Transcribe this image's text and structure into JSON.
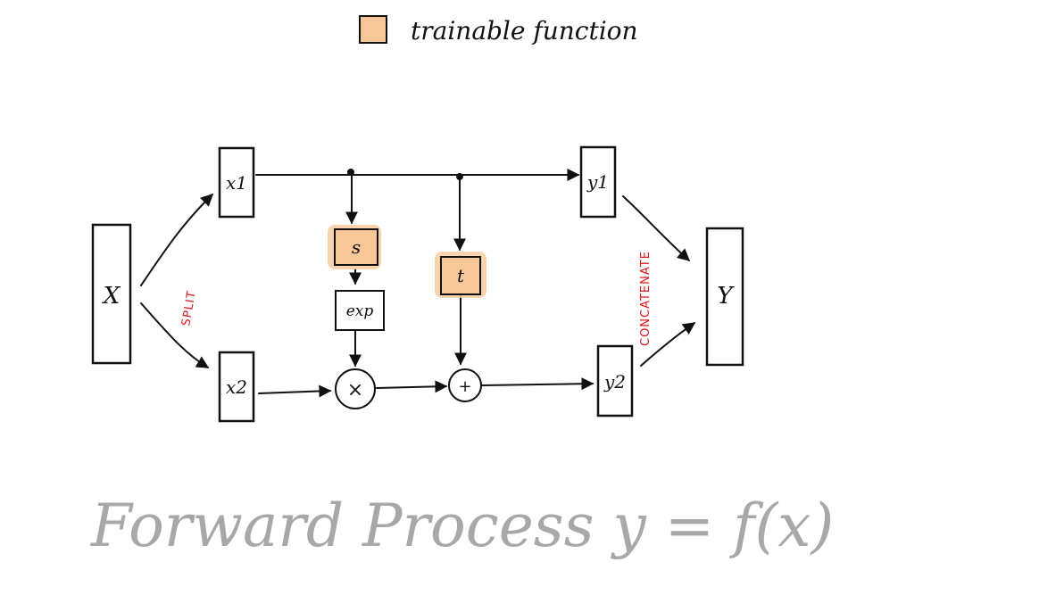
{
  "legend": {
    "label": "trainable function",
    "swatch_color": "#f7c79a"
  },
  "nodes": {
    "x": "X",
    "x1": "x1",
    "x2": "x2",
    "s": "s",
    "exp": "exp",
    "t": "t",
    "mul": "×",
    "add": "+",
    "y1": "y1",
    "y2": "y2",
    "y": "Y"
  },
  "edge_labels": {
    "split": "SPLIT",
    "concatenate": "CONCATENATE"
  },
  "caption": "Forward Process  y = f(x)",
  "colors": {
    "accent_red": "#e0141a",
    "caption_gray": "#a8a8a8",
    "ink": "#111111"
  }
}
